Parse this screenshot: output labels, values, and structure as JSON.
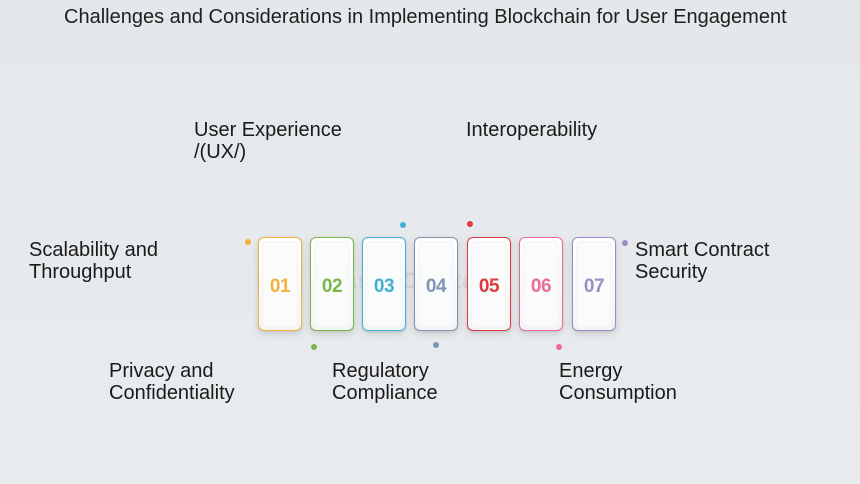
{
  "title": "Challenges and Considerations in Implementing Blockchain for User Engagement",
  "labels": {
    "user_experience": "User Experience\n/(UX/)",
    "interoperability": "Interoperability",
    "scalability": "Scalability and\nThroughput",
    "smart_contract": "Smart Contract\nSecurity",
    "privacy": "Privacy and\nConfidentiality",
    "regulatory": "Regulatory\nCompliance",
    "energy": "Energy\nConsumption"
  },
  "cards": [
    {
      "number": "01",
      "color": "#f2b23c"
    },
    {
      "number": "02",
      "color": "#7ab648"
    },
    {
      "number": "03",
      "color": "#3fb0d0"
    },
    {
      "number": "04",
      "color": "#7f95b4"
    },
    {
      "number": "05",
      "color": "#e0383e"
    },
    {
      "number": "06",
      "color": "#ec6a9a"
    },
    {
      "number": "07",
      "color": "#9a8dc4"
    }
  ],
  "watermark": "FasterCapital"
}
